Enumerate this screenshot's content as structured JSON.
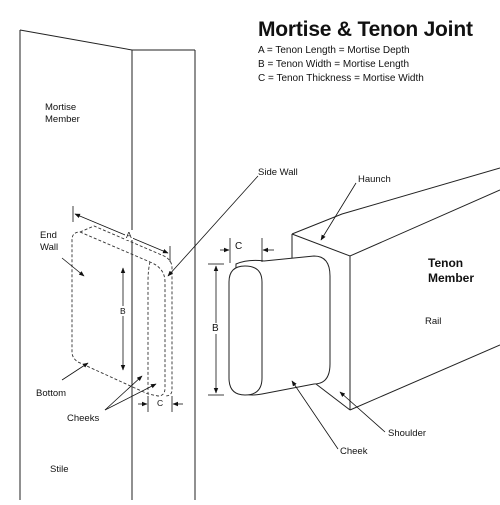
{
  "title": "Mortise & Tenon Joint",
  "legend": [
    "A = Tenon Length = Mortise Depth",
    "B = Tenon Width = Mortise Length",
    "C = Tenon Thickness = Mortise Width"
  ],
  "labels": {
    "mortise_member": [
      "Mortise",
      "Member"
    ],
    "end_wall": [
      "End",
      "Wall"
    ],
    "bottom": "Bottom",
    "cheeks": "Cheeks",
    "stile": "Stile",
    "side_wall": "Side Wall",
    "haunch": "Haunch",
    "tenon_member": [
      "Tenon",
      "Member"
    ],
    "rail": "Rail",
    "cheek": "Cheek",
    "shoulder": "Shoulder"
  },
  "dimensions": {
    "a": "A",
    "b_mortise": "B",
    "c_mortise": "C",
    "c_tenon": "C",
    "b_tenon": "B"
  }
}
